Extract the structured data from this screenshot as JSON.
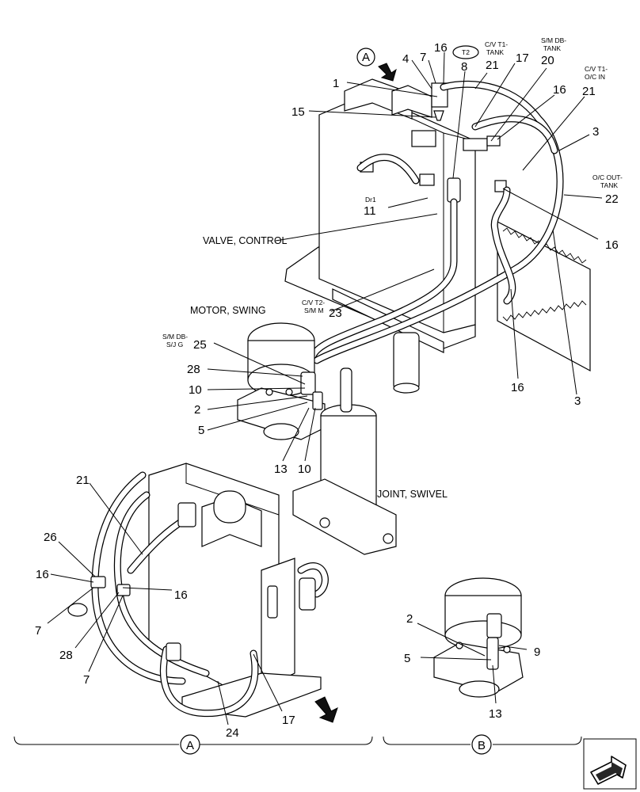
{
  "labels": {
    "valve_control": "VALVE, CONTROL",
    "motor_swing": "MOTOR, SWING",
    "joint_swivel": "JOINT, SWIVEL"
  },
  "ports": {
    "t2": "T2",
    "cv_t1_tank": [
      "C/V T1-",
      "TANK"
    ],
    "sm_db_tank": [
      "S/M DB-",
      "TANK"
    ],
    "cv_t1_oc_in": [
      "C/V T1-",
      "O/C IN"
    ],
    "oc_out_tank": [
      "O/C OUT-",
      "TANK"
    ],
    "dr1": "Dr1",
    "cv_t2_sm_m": [
      "C/V T2-",
      "S/M M"
    ],
    "sm_db_sjg": [
      "S/M DB-",
      "S/J G"
    ]
  },
  "views": {
    "a": "A",
    "b": "B"
  },
  "callouts": {
    "upper": [
      "16",
      "7",
      "4",
      "8",
      "21",
      "17",
      "20",
      "21",
      "1",
      "15",
      "16",
      "3",
      "22",
      "11",
      "16",
      "16",
      "3",
      "23",
      "25",
      "28",
      "10",
      "2",
      "5",
      "13",
      "10"
    ],
    "lower_left": [
      "21",
      "26",
      "16",
      "16",
      "7",
      "28",
      "7",
      "24",
      "17"
    ],
    "lower_right": [
      "2",
      "9",
      "5",
      "13"
    ]
  },
  "icons": [
    "view-arrow-icon",
    "nav-arrow-icon"
  ]
}
